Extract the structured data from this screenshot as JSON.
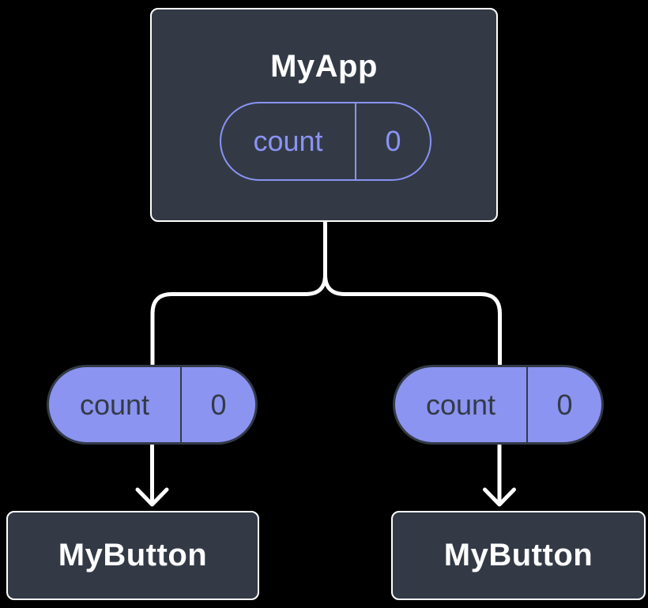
{
  "colors": {
    "background": "#000000",
    "node_fill": "#333A46",
    "node_border": "#FFFFFF",
    "node_text": "#FFFFFF",
    "pill_fill": "#8B94F1",
    "pill_outline": "#8A93F3",
    "pill_dark": "#333A46",
    "connector": "#FFFFFF"
  },
  "diagram": {
    "type": "component-tree",
    "root": {
      "title": "MyApp",
      "state": {
        "name": "count",
        "value": "0"
      }
    },
    "children": [
      {
        "title": "MyButton",
        "state": {
          "name": "count",
          "value": "0"
        }
      },
      {
        "title": "MyButton",
        "state": {
          "name": "count",
          "value": "0"
        }
      }
    ]
  }
}
